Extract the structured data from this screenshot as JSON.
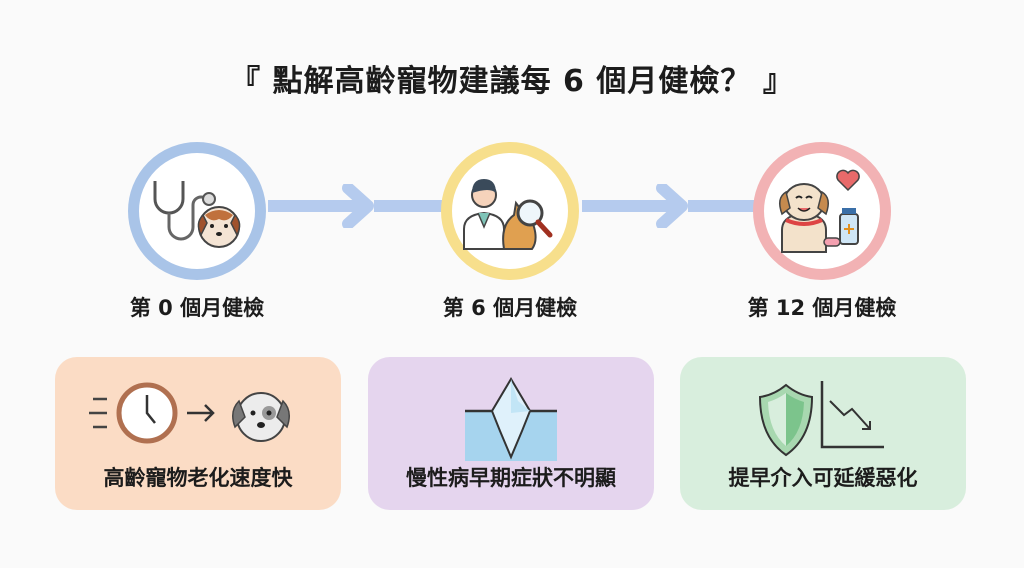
{
  "title": "『 點解高齡寵物建議每 6 個月健檢？ 』",
  "steps": [
    {
      "label": "第 0 個月健檢",
      "icon": "stethoscope-dog-icon",
      "color": "#a9c4e8"
    },
    {
      "label": "第 6 個月健檢",
      "icon": "vet-cat-magnifier-icon",
      "color": "#f7df8c"
    },
    {
      "label": "第 12 個月健檢",
      "icon": "happy-dog-medicine-icon",
      "color": "#f2b2b4"
    }
  ],
  "arrow_color": "#b5cbee",
  "cards": [
    {
      "label": "高齡寵物老化速度快",
      "icon": "clock-to-dog-icon",
      "color": "#fbdcc5"
    },
    {
      "label": "慢性病早期症狀不明顯",
      "icon": "iceberg-icon",
      "color": "#e5d5ee"
    },
    {
      "label": "提早介入可延緩惡化",
      "icon": "shield-decline-chart-icon",
      "color": "#d8eedd"
    }
  ]
}
